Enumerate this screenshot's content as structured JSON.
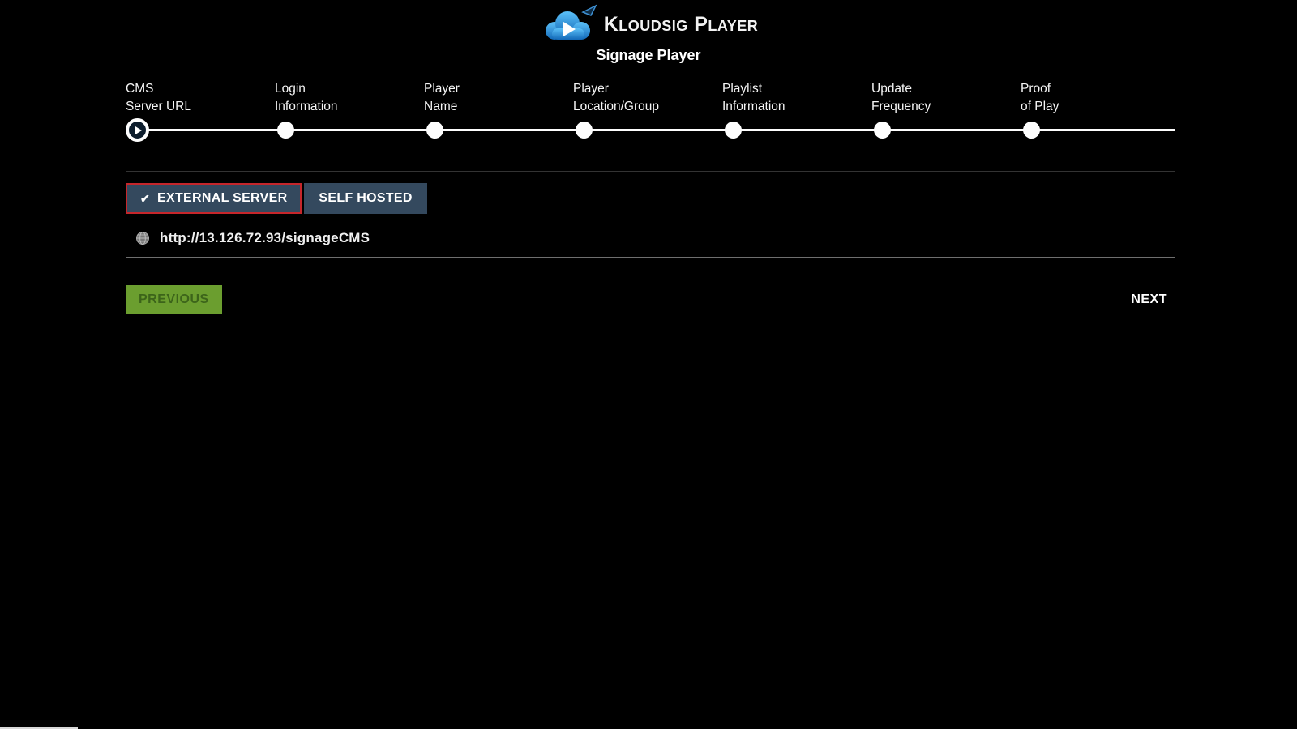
{
  "header": {
    "brand": "Kloudsig Player",
    "subtitle": "Signage Player"
  },
  "stepper": {
    "steps": [
      {
        "line1": "CMS",
        "line2": "Server URL",
        "state": "active"
      },
      {
        "line1": "Login",
        "line2": "Information",
        "state": "pending"
      },
      {
        "line1": "Player",
        "line2": "Name",
        "state": "pending"
      },
      {
        "line1": "Player",
        "line2": "Location/Group",
        "state": "pending"
      },
      {
        "line1": "Playlist",
        "line2": "Information",
        "state": "pending"
      },
      {
        "line1": "Update",
        "line2": "Frequency",
        "state": "pending"
      },
      {
        "line1": "Proof",
        "line2": "of Play",
        "state": "pending"
      }
    ]
  },
  "server_tabs": {
    "external_check": "✔",
    "external_label": "EXTERNAL SERVER",
    "self_hosted_label": "SELF HOSTED"
  },
  "url_input": {
    "value": "http://13.126.72.93/signageCMS"
  },
  "actions": {
    "previous": "PREVIOUS",
    "next": "NEXT"
  },
  "colors": {
    "background": "#000000",
    "tab_background": "#34495e",
    "active_tab_border": "#c6262b",
    "previous_button_bg": "#6b9e2f",
    "previous_button_text": "#3c641a",
    "stepper_color": "#fdfdfd",
    "logo_blue": "#2e9fe0"
  }
}
